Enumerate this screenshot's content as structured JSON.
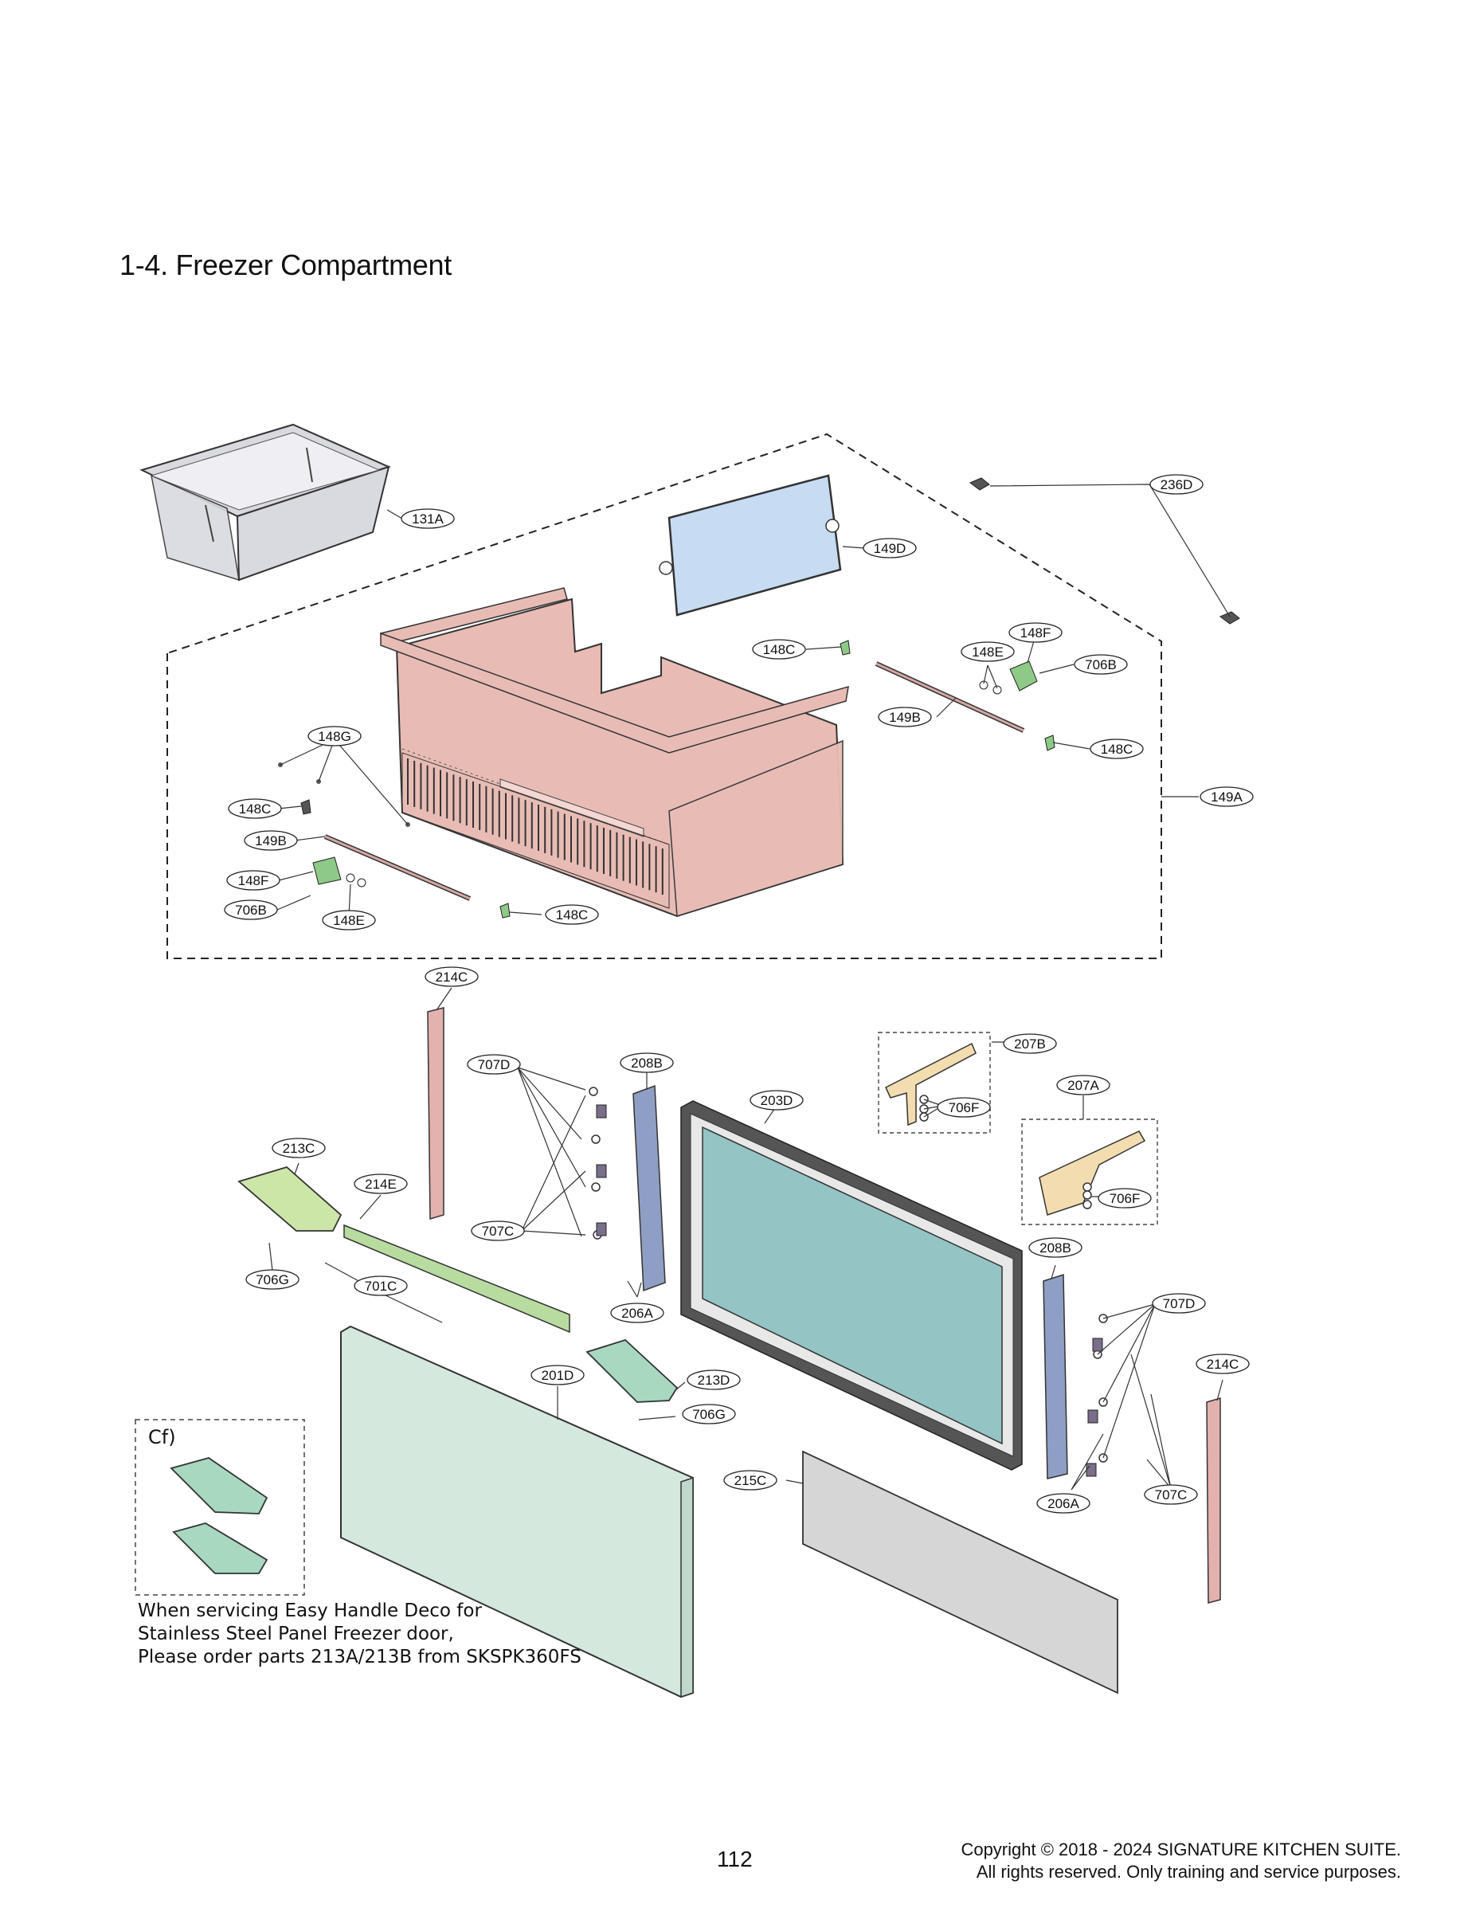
{
  "page": {
    "title": "1-4. Freezer Compartment",
    "note_lines": [
      "When servicing Easy Handle Deco for",
      "Stainless Steel Panel Freezer door,",
      "Please order parts 213A/213B from SKSPK360FS"
    ],
    "inset_label": "Cf)",
    "page_number": "112",
    "copyright_line1": "Copyright © 2018 - 2024 SIGNATURE KITCHEN SUITE.",
    "copyright_line2": "All rights reserved. Only training and service purposes."
  },
  "colors": {
    "drawer": "#e8bcb5",
    "bin": "#d9d9e0",
    "cover": "#c7dcf2",
    "glass": "#94c4c4",
    "panel": "#d4e8de",
    "deco": "#cce6a8",
    "bracket": "#f3ddb0",
    "guide": "#8f9ec4",
    "strip": "#d6d6d6",
    "handle": "#e3b1ae",
    "clip": "#a8d8c0"
  },
  "callouts": [
    {
      "id": "131A",
      "label": "131A"
    },
    {
      "id": "149D",
      "label": "149D"
    },
    {
      "id": "236D",
      "label": "236D"
    },
    {
      "id": "148F-r",
      "label": "148F"
    },
    {
      "id": "148E-r",
      "label": "148E"
    },
    {
      "id": "148C-tr",
      "label": "148C"
    },
    {
      "id": "706B-r",
      "label": "706B"
    },
    {
      "id": "149B-r",
      "label": "149B"
    },
    {
      "id": "148C-r",
      "label": "148C"
    },
    {
      "id": "149A",
      "label": "149A"
    },
    {
      "id": "148G",
      "label": "148G"
    },
    {
      "id": "148C-l",
      "label": "148C"
    },
    {
      "id": "149B-l",
      "label": "149B"
    },
    {
      "id": "148F-l",
      "label": "148F"
    },
    {
      "id": "706B-l",
      "label": "706B"
    },
    {
      "id": "148E-l",
      "label": "148E"
    },
    {
      "id": "148C-b",
      "label": "148C"
    },
    {
      "id": "214C-t",
      "label": "214C"
    },
    {
      "id": "707D-l",
      "label": "707D"
    },
    {
      "id": "208B-l",
      "label": "208B"
    },
    {
      "id": "203D",
      "label": "203D"
    },
    {
      "id": "207B",
      "label": "207B"
    },
    {
      "id": "706F-t",
      "label": "706F"
    },
    {
      "id": "207A",
      "label": "207A"
    },
    {
      "id": "706F-b",
      "label": "706F"
    },
    {
      "id": "213C",
      "label": "213C"
    },
    {
      "id": "214E",
      "label": "214E"
    },
    {
      "id": "707C-l",
      "label": "707C"
    },
    {
      "id": "208B-r",
      "label": "208B"
    },
    {
      "id": "706G-l",
      "label": "706G"
    },
    {
      "id": "701C",
      "label": "701C"
    },
    {
      "id": "206A-l",
      "label": "206A"
    },
    {
      "id": "707D-r",
      "label": "707D"
    },
    {
      "id": "214C-r",
      "label": "214C"
    },
    {
      "id": "201D",
      "label": "201D"
    },
    {
      "id": "213D",
      "label": "213D"
    },
    {
      "id": "706G-r",
      "label": "706G"
    },
    {
      "id": "215C",
      "label": "215C"
    },
    {
      "id": "206A-r",
      "label": "206A"
    },
    {
      "id": "707C-r",
      "label": "707C"
    }
  ]
}
